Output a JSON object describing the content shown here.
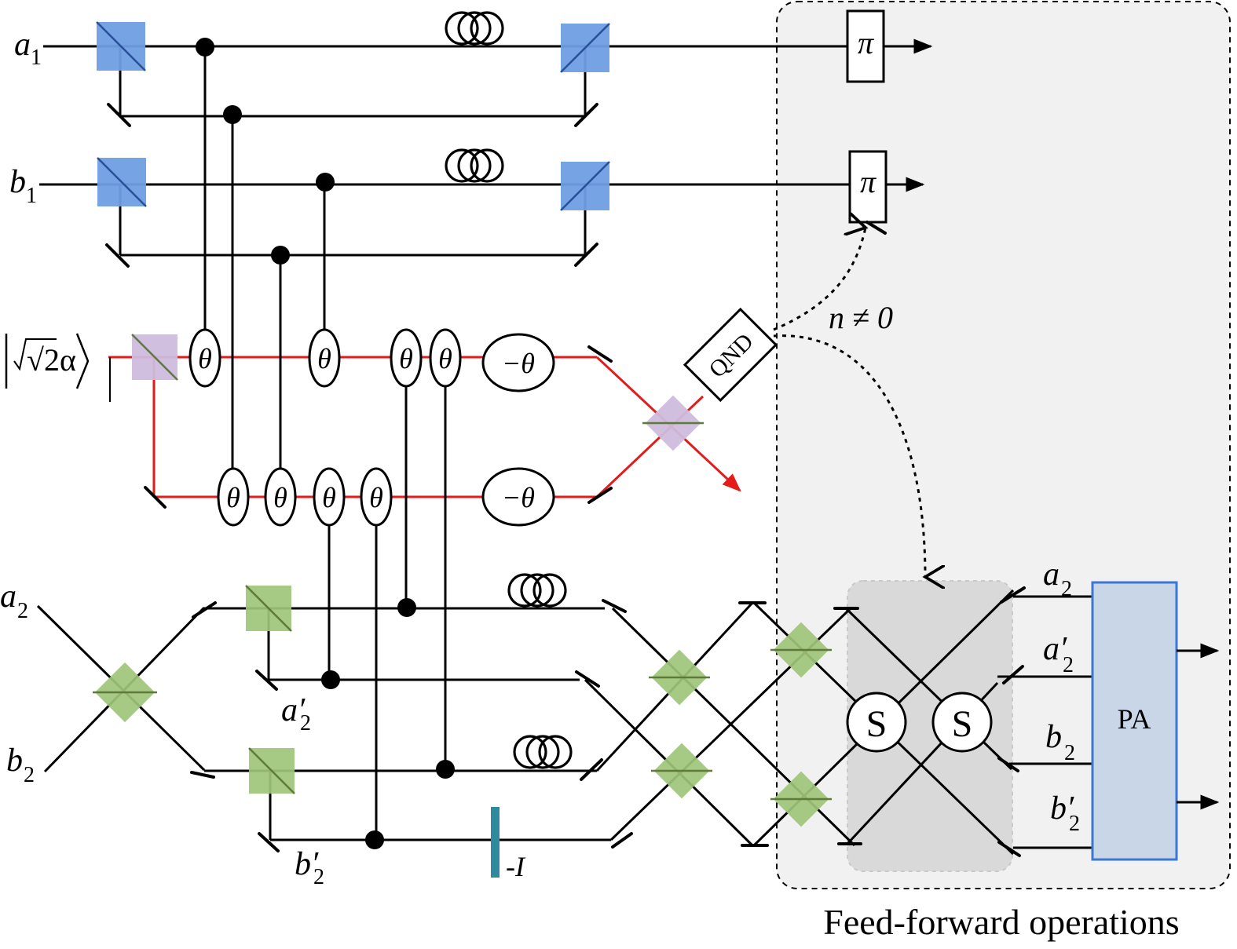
{
  "labels": {
    "a1": "a",
    "a1_sub": "1",
    "b1": "b",
    "b1_sub": "1",
    "a2": "a",
    "a2_sub": "2",
    "b2": "b",
    "b2_sub": "2",
    "a2p": "a′",
    "a2p_sub": "2",
    "b2p": "b′",
    "b2p_sub": "2",
    "coherent_state": "√2α",
    "theta": "θ",
    "minus_theta": "−θ",
    "pi": "π",
    "qnd": "QND",
    "condition": "n ≠ 0",
    "s_gate": "S",
    "pa": "PA",
    "minus_i": "-I",
    "out_a2": "a",
    "out_a2_sub": "2",
    "out_a2p": "a′",
    "out_a2p_sub": "2",
    "out_b2": "b",
    "out_b2_sub": "2",
    "out_b2p": "b′",
    "out_b2p_sub": "2",
    "feedforward": "Feed-forward operations"
  },
  "colors": {
    "probe_beam": "#e51a1a",
    "pbs_blue": "#6f9ee3",
    "pbs_green": "#9ec57a",
    "bs_purple": "#cdbcdc",
    "pa_fill": "#c9d6e8",
    "pa_stroke": "#3a78d4",
    "minus_i_plate": "#2f8a9e",
    "feedforward_bg": "#f1f1f1",
    "inner_box_bg": "#d9d9d9"
  }
}
